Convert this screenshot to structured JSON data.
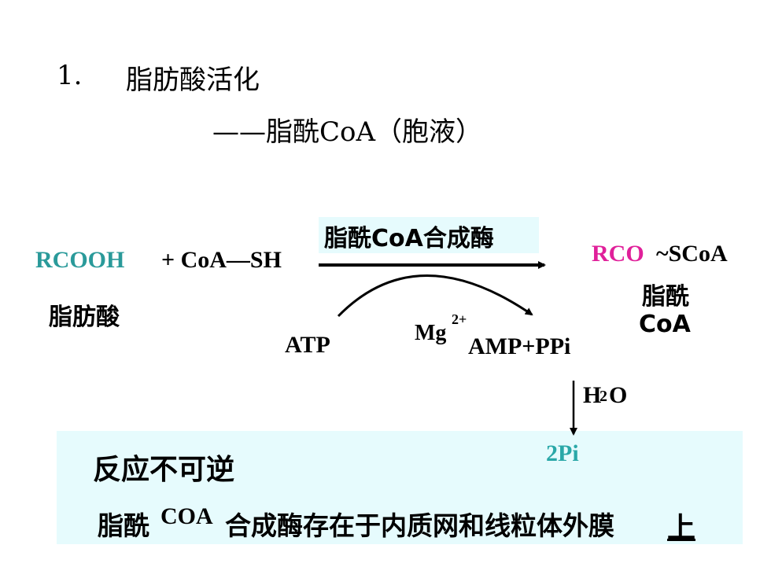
{
  "title": {
    "number": "1.",
    "text": "脂肪酸活化",
    "subtitle": "——脂酰CoA（胞液）"
  },
  "reaction": {
    "enzyme": "脂酰CoA合成酶",
    "substrate": "RCOOH",
    "plus_coa": "+ CoA—SH",
    "substrate_name": "脂肪酸",
    "product_rco": "RCO",
    "product_scoa": "~SCoA",
    "product_name_line1": "脂酰",
    "product_name_line2": "CoA",
    "atp": "ATP",
    "mg": "Mg",
    "mg_charge": "2+",
    "amp_ppi": "AMP+PPi",
    "h2o_h": "H",
    "h2o_sub": "2",
    "h2o_o": "O",
    "two_pi": "2Pi",
    "colors": {
      "substrate": "#2a9a9a",
      "product_rco": "#e0209a",
      "two_pi": "#2aa8a8",
      "highlight_bg": "#e6fbfd"
    }
  },
  "notes": {
    "irreversible": "反应不可逆",
    "location_prefix": "脂酰",
    "location_coa": "COA",
    "location_rest": "合成酶存在于内质网和线粒体外膜",
    "location_last": "上"
  }
}
